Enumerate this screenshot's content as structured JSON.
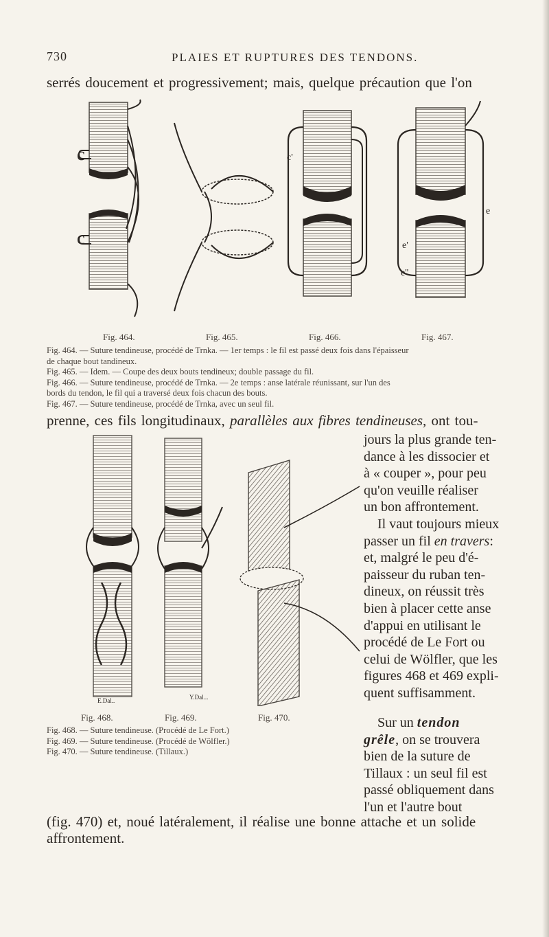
{
  "header": {
    "page_number": "730",
    "running_title": "PLAIES ET RUPTURES DES TENDONS."
  },
  "text": {
    "top_line": "serrés doucement et progressivement; mais, quelque précaution que l'on",
    "mid_line_a": "prenne, ces fils longitudinaux, ",
    "mid_line_b": "parallèles aux fibres tendineuses",
    "mid_line_c": ", ont tou-",
    "right_col": [
      "jours la plus grande ten-",
      "dance à les dissocier et",
      "à « couper », pour peu",
      "qu'on veuille réaliser",
      "un bon affrontement.",
      "Il vaut toujours mieux",
      "passer un fil ",
      "en travers",
      ":",
      "et, malgré le peu d'é-",
      "paisseur du ruban ten-",
      "dineux, on réussit très",
      "bien à placer cette anse",
      "d'appui en utilisant le",
      "procédé de Le Fort ou",
      "celui de Wölfler, que les",
      "figures 468 et 469 expli-",
      "quent suffisamment."
    ],
    "right_col2": [
      "Sur un ",
      "tendon",
      "grêle",
      ", on se trouvera",
      "bien de la suture de",
      "Tillaux : un seul fil est",
      "passé obliquement dans",
      "l'un et l'autre bout"
    ],
    "bottom_line_1": "(fig. 470) et, noué latéralement, il réalise une bonne attache et un solide",
    "bottom_line_2": "affrontement."
  },
  "figures_top": {
    "labels": [
      "Fig. 464.",
      "Fig. 465.",
      "Fig. 466.",
      "Fig. 467."
    ],
    "letters": [
      "c",
      "c",
      "c'",
      "e",
      "e'",
      "e''"
    ],
    "captions": [
      "Fig. 464. — Suture tendineuse, procédé de Trnka. — 1er temps : le fil est passé deux fois dans l'épaisseur",
      "de chaque bout tandineux.",
      "Fig. 465. — Idem. — Coupe des deux bouts tendineux; double passage du fil.",
      "Fig. 466. — Suture tendineuse, procédé de Trnka. — 2e temps : anse latérale réunissant, sur l'un des",
      "bords du tendon, le fil qui a traversé deux fois chacun des bouts.",
      "Fig. 467. — Suture tendineuse, procédé de Trnka, avec un seul fil."
    ]
  },
  "figures_bottom": {
    "labels": [
      "Fig. 468.",
      "Fig. 469.",
      "Fig. 470."
    ],
    "signatures": [
      "E.Dal..",
      "Y.Dal..."
    ],
    "captions": [
      "Fig. 468. — Suture tendineuse. (Procédé de Le Fort.)",
      "Fig. 469. — Suture tendineuse. (Procédé de Wölfler.)",
      "Fig. 470. — Suture tendineuse. (Tillaux.)"
    ]
  }
}
